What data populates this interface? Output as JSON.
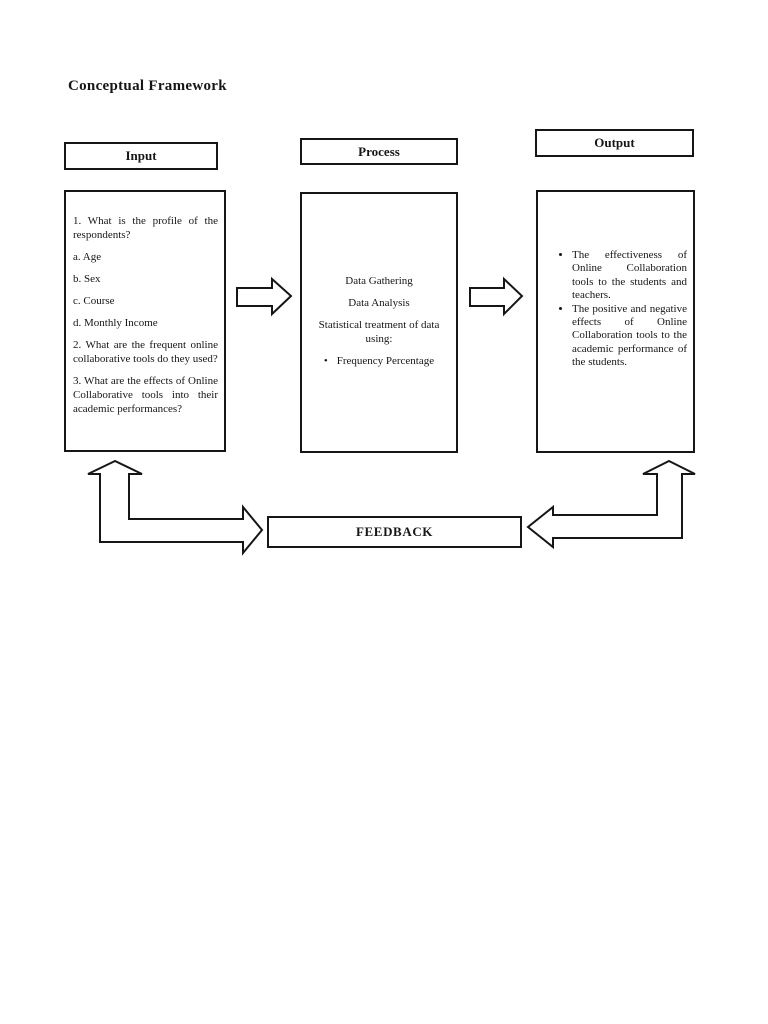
{
  "page": {
    "title": "Conceptual Framework"
  },
  "colors": {
    "ink": "#161616",
    "background": "#ffffff"
  },
  "diagram": {
    "input": {
      "header": "Input",
      "items": [
        "1. What is the profile of the respondents?",
        "a. Age",
        "b. Sex",
        "c. Course",
        "d. Monthly Income",
        "2. What are the frequent online collaborative tools do they used?",
        "3. What are the effects of Online Collaborative tools into their academic performances?"
      ]
    },
    "process": {
      "header": "Process",
      "lines": [
        "Data Gathering",
        "Data Analysis",
        "Statistical treatment of data using:"
      ],
      "bullet_char": "•",
      "bullet_items": [
        "Frequency Percentage"
      ]
    },
    "output": {
      "header": "Output",
      "bullets": [
        "The effectiveness of Online Collaboration tools to the students and teachers.",
        "The positive and negative effects of Online Collaboration tools to the academic performance of the students."
      ]
    },
    "feedback_label": "FEEDBACK"
  }
}
